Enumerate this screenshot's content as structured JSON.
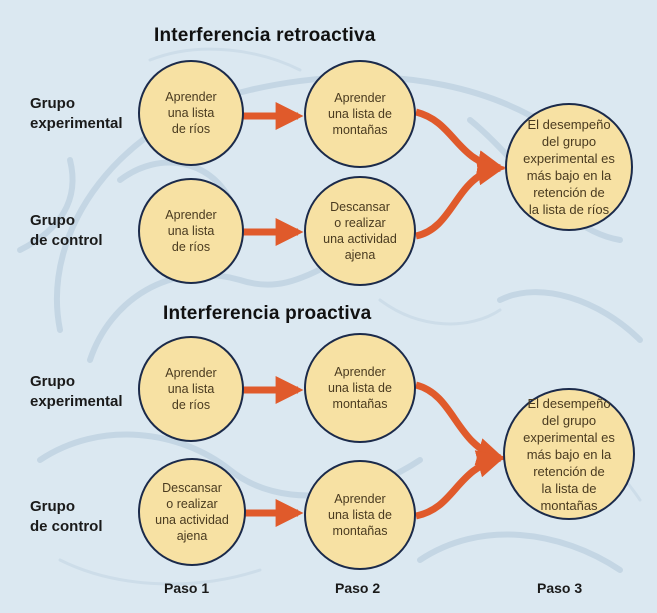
{
  "colors": {
    "background": "#dbe8f1",
    "node_fill": "#f7e1a3",
    "node_border": "#1b2a4a",
    "arrow": "#e05a2b"
  },
  "retroactive": {
    "title": "Interferencia retroactiva",
    "experimental": {
      "label": [
        "Grupo",
        "experimental"
      ],
      "step1": [
        "Aprender",
        "una lista",
        "de ríos"
      ],
      "step2": [
        "Aprender",
        "una lista de",
        "montañas"
      ]
    },
    "control": {
      "label": [
        "Grupo",
        "de control"
      ],
      "step1": [
        "Aprender",
        "una lista",
        "de ríos"
      ],
      "step2": [
        "Descansar",
        "o realizar",
        "una actividad",
        "ajena"
      ]
    },
    "result": [
      "El desempeño",
      "del grupo",
      "experimental es",
      "más bajo en la",
      "retención de",
      "la lista de ríos"
    ]
  },
  "proactive": {
    "title": "Interferencia proactiva",
    "experimental": {
      "label": [
        "Grupo",
        "experimental"
      ],
      "step1": [
        "Aprender",
        "una lista",
        "de ríos"
      ],
      "step2": [
        "Aprender",
        "una lista de",
        "montañas"
      ]
    },
    "control": {
      "label": [
        "Grupo",
        "de control"
      ],
      "step1": [
        "Descansar",
        "o realizar",
        "una actividad",
        "ajena"
      ],
      "step2": [
        "Aprender",
        "una lista de",
        "montañas"
      ]
    },
    "result": [
      "El desempeño",
      "del grupo",
      "experimental es",
      "más bajo en la",
      "retención de",
      "la lista de",
      "montañas"
    ]
  },
  "steps": [
    "Paso 1",
    "Paso 2",
    "Paso 3"
  ]
}
